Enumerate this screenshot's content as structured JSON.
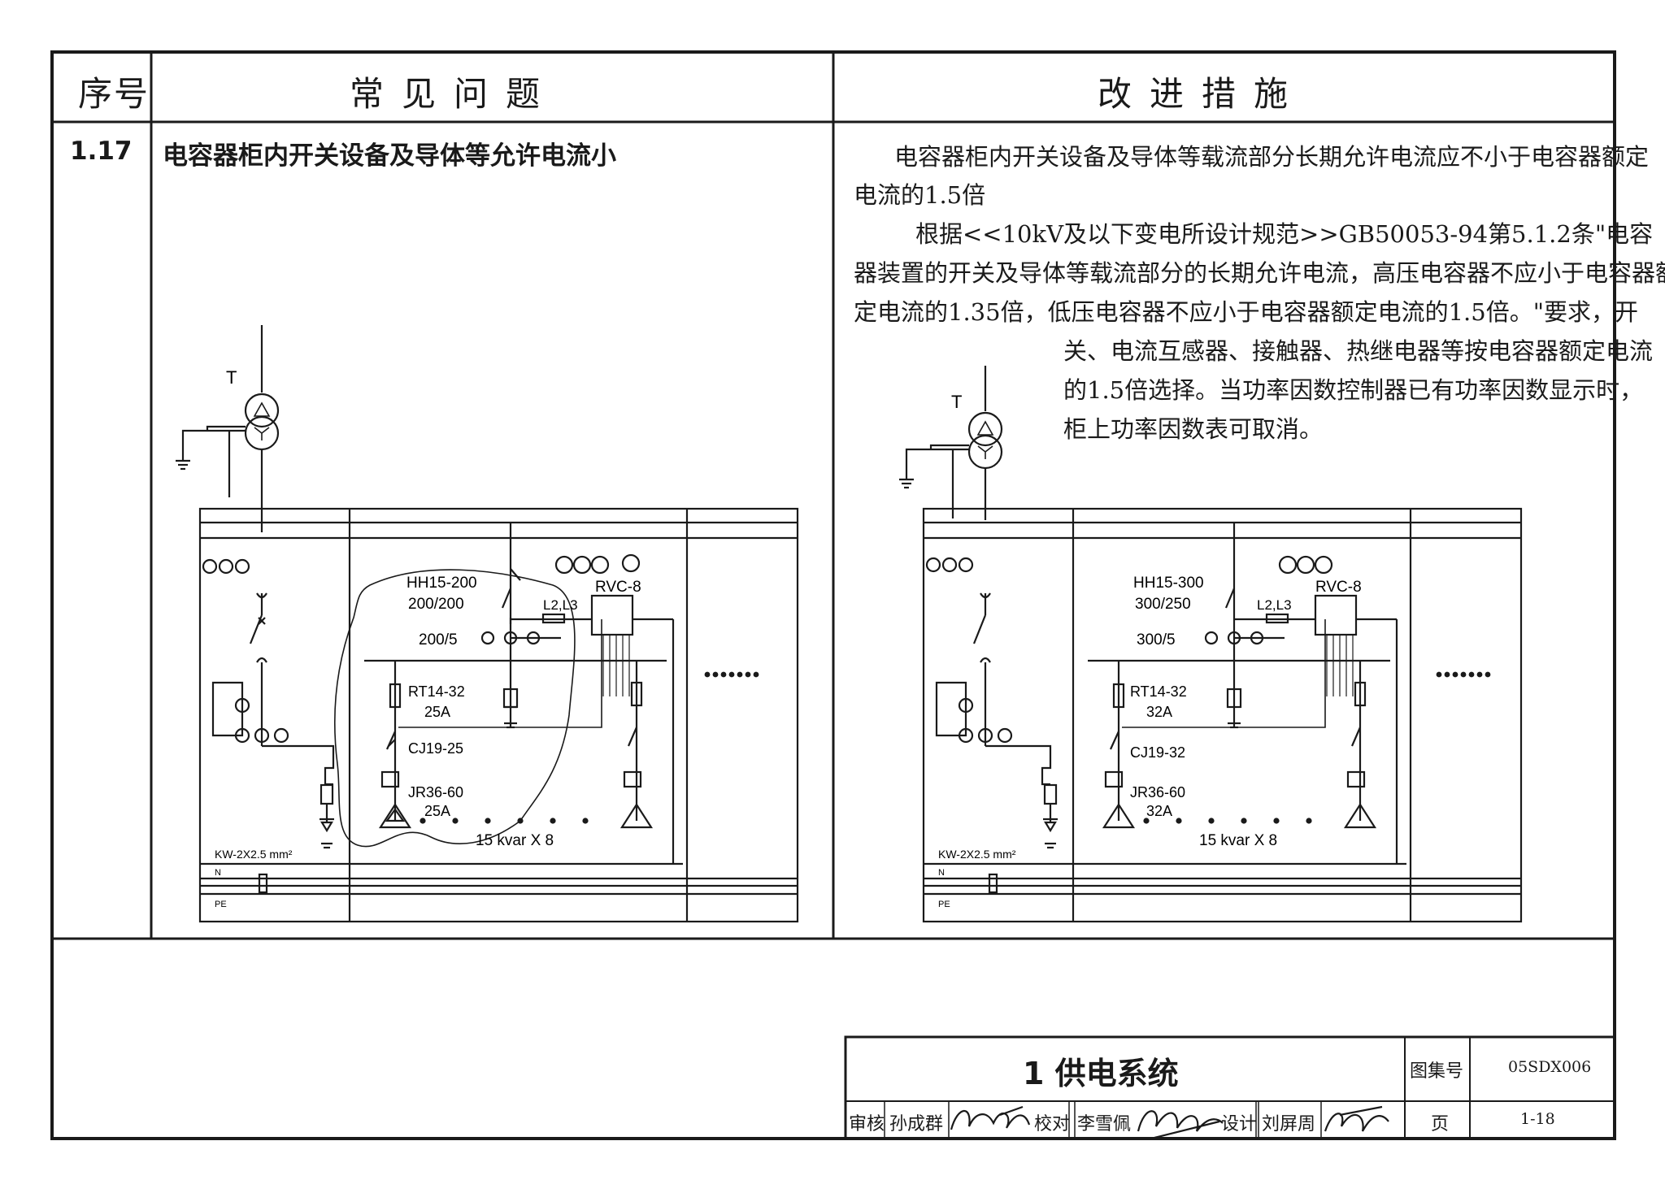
{
  "header": {
    "col_no": "序号",
    "col_problem": "常见问题",
    "col_measure": "改进措施"
  },
  "row": {
    "number": "1.17",
    "problem": "电容器柜内开关设备及导体等允许电流小",
    "measure_lines": [
      "电容器柜内开关设备及导体等载流部分长期允许电流应不小于电容器额定",
      "电流的1.5倍",
      "根据<<10kV及以下变电所设计规范>>GB50053-94第5.1.2条\"电容",
      "器装置的开关及导体等载流部分的长期允许电流，高压电容器不应小于电容器额",
      "定电流的1.35倍，低压电容器不应小于电容器额定电流的1.5倍。\"要求，开",
      "关、电流互感器、接触器、热继电器等按电容器额定电流",
      "的1.5倍选择。当功率因数控制器已有功率因数显示时，",
      "柜上功率因数表可取消。"
    ]
  },
  "schematic_left": {
    "transformer_label": "T",
    "switch_model": "HH15-200",
    "switch_rating": "200/200",
    "ct_ratio": "200/5",
    "link_label": "L2,L3",
    "controller": "RVC-8",
    "fuse_model": "RT14-32",
    "fuse_rating": "25A",
    "contactor": "CJ19-25",
    "relay_model": "JR36-60",
    "relay_rating": "25A",
    "capacitor": "15 kvar X 8",
    "cable": "KW-2X2.5 mm²",
    "n_label": "N",
    "pe_label": "PE"
  },
  "schematic_right": {
    "transformer_label": "T",
    "switch_model": "HH15-300",
    "switch_rating": "300/250",
    "ct_ratio": "300/5",
    "link_label": "L2,L3",
    "controller": "RVC-8",
    "fuse_model": "RT14-32",
    "fuse_rating": "32A",
    "contactor": "CJ19-32",
    "relay_model": "JR36-60",
    "relay_rating": "32A",
    "capacitor": "15 kvar X 8",
    "cable": "KW-2X2.5 mm²",
    "n_label": "N",
    "pe_label": "PE"
  },
  "title_block": {
    "section_title": "1 供电系统",
    "atlas_label": "图集号",
    "atlas_number": "05SDX006",
    "page_label": "页",
    "page_number": "1-18",
    "review_label": "审核",
    "reviewer": "孙成群",
    "proofread_label": "校对",
    "proofreader": "李雪佩",
    "design_label": "设计",
    "designer": "刘屏周"
  }
}
